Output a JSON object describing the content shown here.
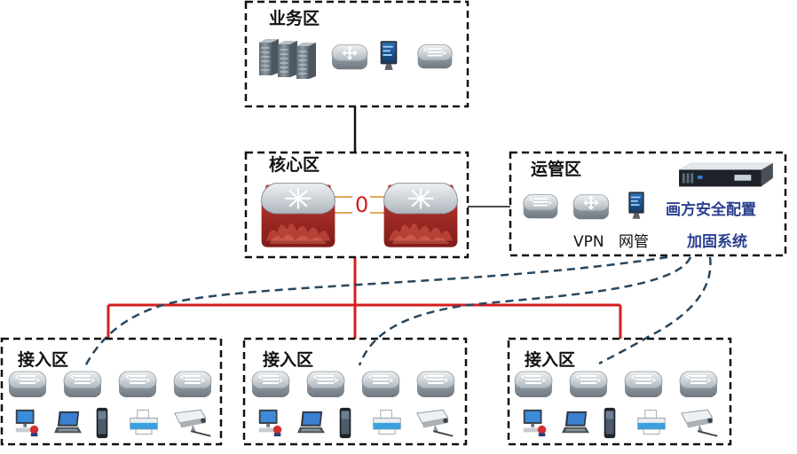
{
  "diagram": {
    "zones": {
      "business": {
        "title": "业务区"
      },
      "core": {
        "title": "核心区",
        "link_label": "0"
      },
      "ops": {
        "title": "运管区",
        "vpn_label": "VPN",
        "netmgmt_label": "网管"
      },
      "access": [
        {
          "title": "接入区"
        },
        {
          "title": "接入区"
        },
        {
          "title": "接入区"
        }
      ]
    },
    "hardening_system": {
      "line1": "画方安全配置",
      "line2": "加固系统"
    },
    "colors": {
      "uplink_red": "#d41f1f",
      "dashed_link": "#27475f",
      "highlight_text": "#2b3f8f",
      "firewall_red": "#a82a26",
      "device_gray": "#9aa3aa"
    },
    "icons": {
      "business": [
        "server-rack-icon",
        "server-rack-icon",
        "server-rack-icon",
        "router-icon",
        "monitor-icon",
        "switch-icon"
      ],
      "core": [
        "core-firewall-icon",
        "core-firewall-icon"
      ],
      "ops": [
        "switch-icon",
        "router-icon",
        "monitor-icon",
        "rack-appliance-icon"
      ],
      "access_switches": [
        "switch-icon",
        "switch-icon",
        "switch-icon",
        "switch-icon"
      ],
      "access_endpoints": [
        "desktop-pc-icon",
        "laptop-icon",
        "mobile-phone-icon",
        "printer-icon",
        "camera-icon"
      ]
    }
  }
}
